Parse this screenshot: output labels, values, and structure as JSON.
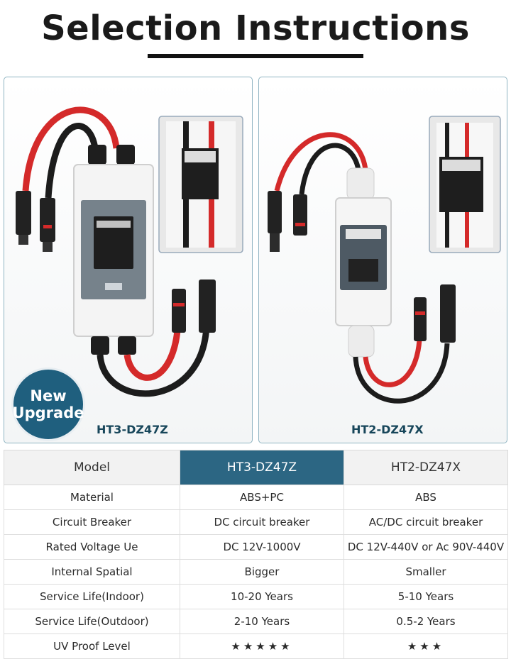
{
  "header": {
    "title": "Selection Instructions"
  },
  "products": [
    {
      "label": "HT3-DZ47Z",
      "badge": [
        "New",
        "Upgrade"
      ]
    },
    {
      "label": "HT2-DZ47X"
    }
  ],
  "table": {
    "headers": [
      "Model",
      "HT3-DZ47Z",
      "HT2-DZ47X"
    ],
    "rows": [
      [
        "Material",
        "ABS+PC",
        "ABS"
      ],
      [
        "Circuit Breaker",
        "DC circuit breaker",
        "AC/DC circuit breaker"
      ],
      [
        "Rated Voltage Ue",
        "DC 12V-1000V",
        "DC 12V-440V or Ac 90V-440V"
      ],
      [
        "Internal Spatial",
        "Bigger",
        "Smaller"
      ],
      [
        "Service Life(Indoor)",
        "10-20 Years",
        "5-10 Years"
      ],
      [
        "Service Life(Outdoor)",
        "2-10 Years",
        "0.5-2 Years"
      ],
      [
        "UV Proof Level",
        "★★★★★",
        "★★★"
      ]
    ]
  },
  "colors": {
    "accent": "#2c6683",
    "badge": "#1f5f7e",
    "star": "#f5b800",
    "cable_red": "#d42a2a"
  }
}
